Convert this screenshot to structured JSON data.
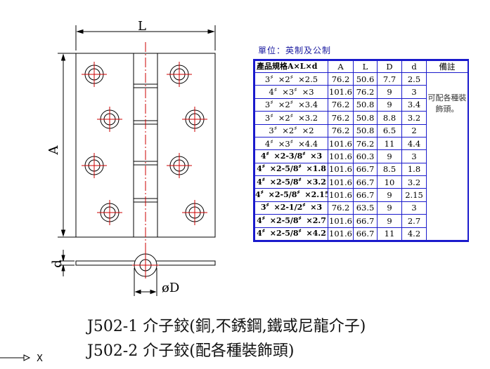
{
  "drawing": {
    "label_L": "L",
    "label_A": "A",
    "label_d": "d",
    "label_D": "øD"
  },
  "unit_label": "單位：英制及公制",
  "table": {
    "headers": [
      "產品規格A×L×d",
      "A",
      "L",
      "D",
      "d",
      "備註"
    ],
    "note": "可配各種裝飾頭。",
    "rows": [
      {
        "spec": "3〞×2〞×2.5",
        "A": "76.2",
        "L": "50.6",
        "D": "7.7",
        "d": "2.5",
        "bold": false
      },
      {
        "spec": "4〞×3〞×3",
        "A": "101.6",
        "L": "76.2",
        "D": "9",
        "d": "3",
        "bold": false
      },
      {
        "spec": "3〞×2〞×3.4",
        "A": "76.2",
        "L": "50.8",
        "D": "9",
        "d": "3.4",
        "bold": false
      },
      {
        "spec": "3〞×2〞×3.2",
        "A": "76.2",
        "L": "50.8",
        "D": "8.8",
        "d": "3.2",
        "bold": false
      },
      {
        "spec": "3〞×2〞×2",
        "A": "76.2",
        "L": "50.8",
        "D": "6.5",
        "d": "2",
        "bold": false
      },
      {
        "spec": "4〞×3〞×4.4",
        "A": "101.6",
        "L": "76.2",
        "D": "11",
        "d": "4.4",
        "bold": false
      },
      {
        "spec": "4〞×2-3/8〞×3",
        "A": "101.6",
        "L": "60.3",
        "D": "9",
        "d": "3",
        "bold": true
      },
      {
        "spec": "4〞×2-5/8〞×1.8",
        "A": "101.6",
        "L": "66.7",
        "D": "8.5",
        "d": "1.8",
        "bold": true
      },
      {
        "spec": "4〞×2-5/8〞×3.2",
        "A": "101.6",
        "L": "66.7",
        "D": "10",
        "d": "3.2",
        "bold": true
      },
      {
        "spec": "4〞×2-5/8〞×2.15",
        "A": "101.6",
        "L": "66.7",
        "D": "9",
        "d": "2.15",
        "bold": true
      },
      {
        "spec": "3〞×2-1/2〞×3",
        "A": "76.2",
        "L": "63.5",
        "D": "9",
        "d": "3",
        "bold": true
      },
      {
        "spec": "4〞×2-5/8〞×2.7",
        "A": "101.6",
        "L": "66.7",
        "D": "9",
        "d": "2.7",
        "bold": true
      },
      {
        "spec": "4〞×2-5/8〞×4.2",
        "A": "101.6",
        "L": "66.7",
        "D": "11",
        "d": "4.2",
        "bold": true
      }
    ]
  },
  "captions": {
    "line1": "J502-1 介子鉸(銅,不銹鋼,鐵或尼龍介子)",
    "line2": "J502-2 介子鉸(配各種裝飾頭)"
  },
  "axis_label": "X",
  "colors": {
    "table_border": "#1a1acc",
    "centerline": "#cc0000",
    "outline": "#000000"
  }
}
